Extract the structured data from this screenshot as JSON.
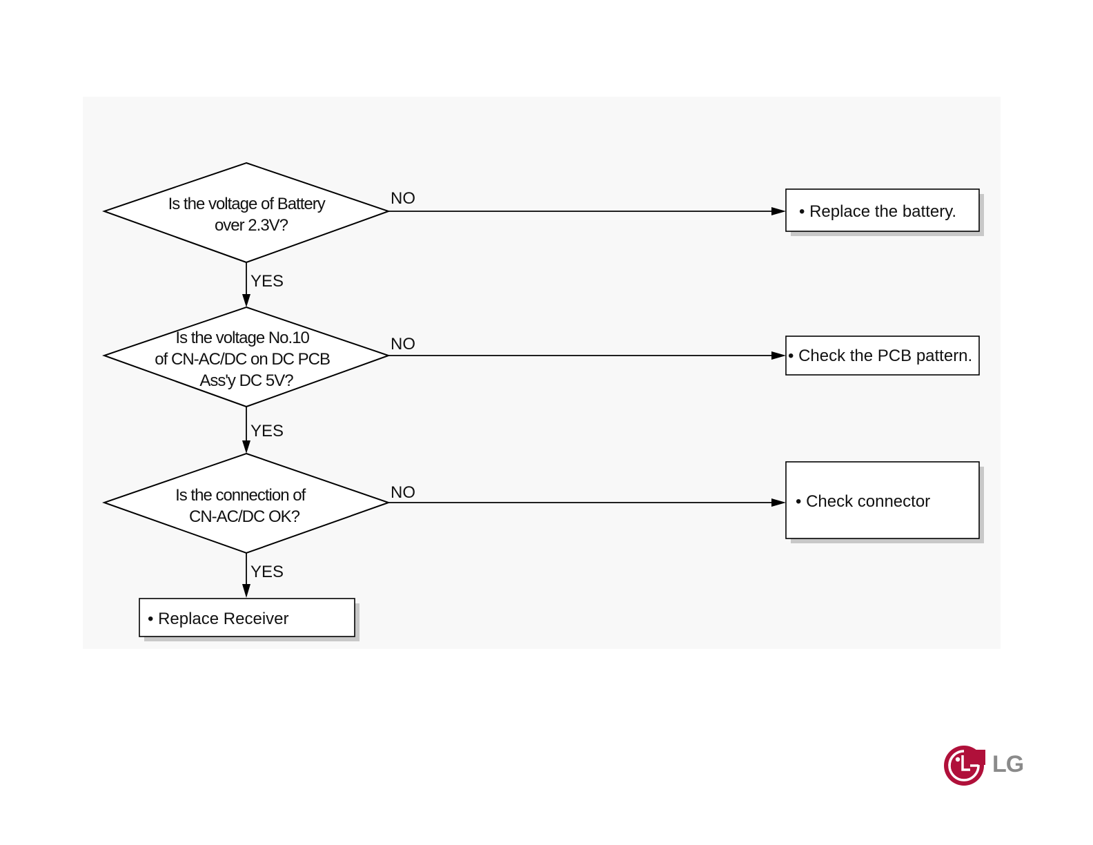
{
  "decisions": [
    {
      "lines": [
        "Is the voltage of Battery",
        "over 2.3V?"
      ]
    },
    {
      "lines": [
        "Is the voltage No.10",
        "of CN-AC/DC on DC PCB",
        "Ass'y DC 5V?"
      ]
    },
    {
      "lines": [
        "Is the connection of",
        "CN-AC/DC OK?"
      ]
    }
  ],
  "actions": {
    "replace_battery": "• Replace the battery.",
    "check_pcb": "• Check the PCB pattern.",
    "check_connector": "• Check connector",
    "replace_receiver": "• Replace Receiver"
  },
  "labels": {
    "yes": "YES",
    "no": "NO"
  },
  "logo": {
    "text": "LG",
    "color": "#b0103a"
  }
}
